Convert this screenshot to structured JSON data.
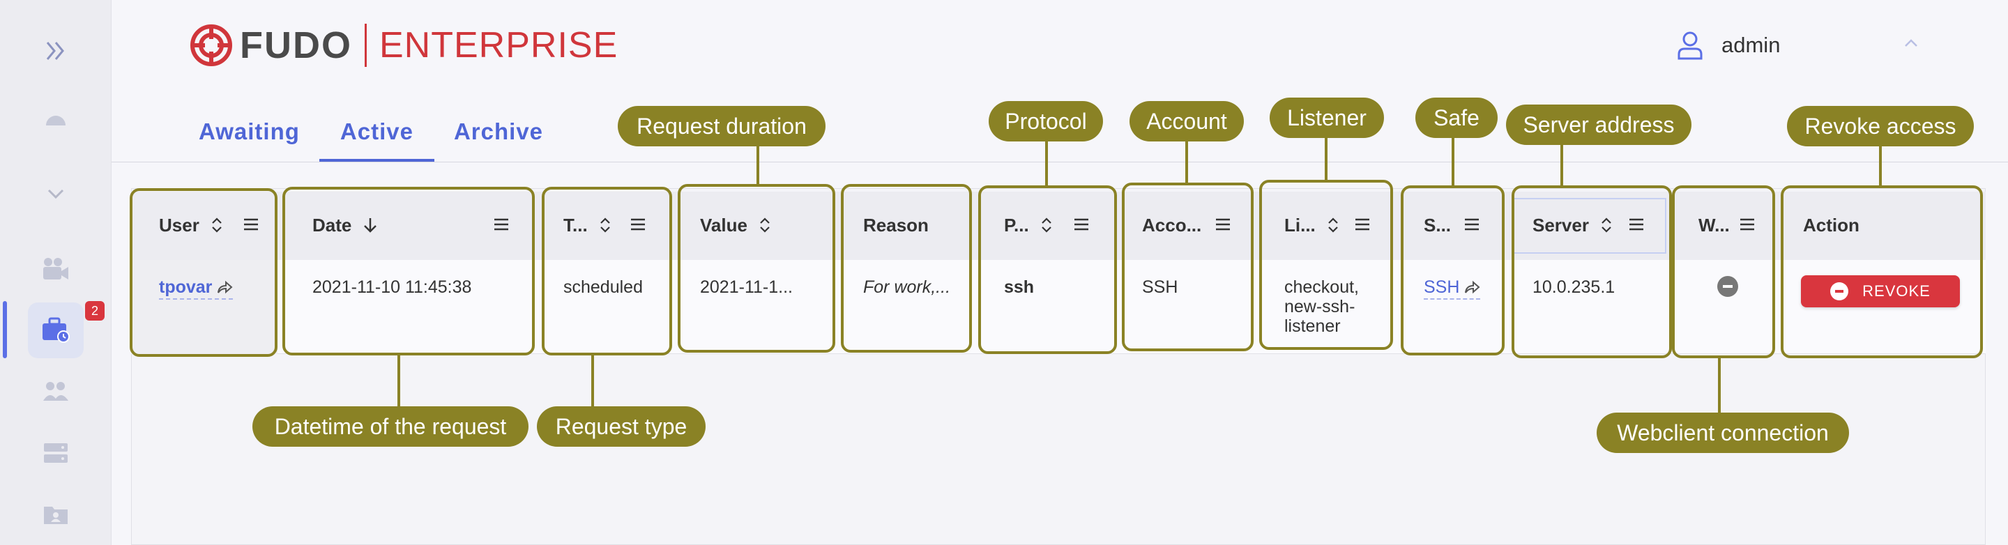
{
  "brand": {
    "name": "FUDO",
    "product": "ENTERPRISE"
  },
  "user": {
    "name": "admin"
  },
  "sidebar": {
    "items": [
      {
        "icon": "double-chevron-right-icon"
      },
      {
        "icon": "speedometer-icon"
      },
      {
        "icon": "chevron-down-icon"
      },
      {
        "icon": "video-camera-icon"
      },
      {
        "icon": "briefcase-clock-icon",
        "active": true,
        "badge": "2"
      },
      {
        "icon": "users-icon"
      },
      {
        "icon": "servers-icon"
      },
      {
        "icon": "folder-user-icon"
      }
    ]
  },
  "tabs": [
    {
      "label": "Awaiting"
    },
    {
      "label": "Active",
      "active": true
    },
    {
      "label": "Archive"
    }
  ],
  "table": {
    "columns": {
      "user": "User",
      "date": "Date",
      "type": "T...",
      "value": "Value",
      "reason": "Reason",
      "protocol": "P...",
      "account": "Acco...",
      "listener": "Li...",
      "safe": "S...",
      "server": "Server",
      "webclient": "W...",
      "action": "Action"
    },
    "row": {
      "user": "tpovar",
      "date": "2021-11-10 11:45:38",
      "type": "scheduled",
      "value": "2021-11-1...",
      "reason": "For work,...",
      "protocol": "ssh",
      "account": "SSH",
      "listener_1": "checkout,",
      "listener_2": "new-ssh-",
      "listener_3": "listener",
      "safe": "SSH",
      "server": "10.0.235.1",
      "revoke_label": "REVOKE"
    }
  },
  "annotations": {
    "request_duration": "Request duration",
    "protocol": "Protocol",
    "account": "Account",
    "listener": "Listener",
    "safe": "Safe",
    "server_address": "Server address",
    "revoke_access": "Revoke access",
    "datetime": "Datetime of the request",
    "request_type": "Request type",
    "webclient": "Webclient connection"
  },
  "colors": {
    "accent": "#4f66d6",
    "brand_red": "#d0363b",
    "revoke": "#d9363e",
    "annotation": "#8a8225"
  }
}
